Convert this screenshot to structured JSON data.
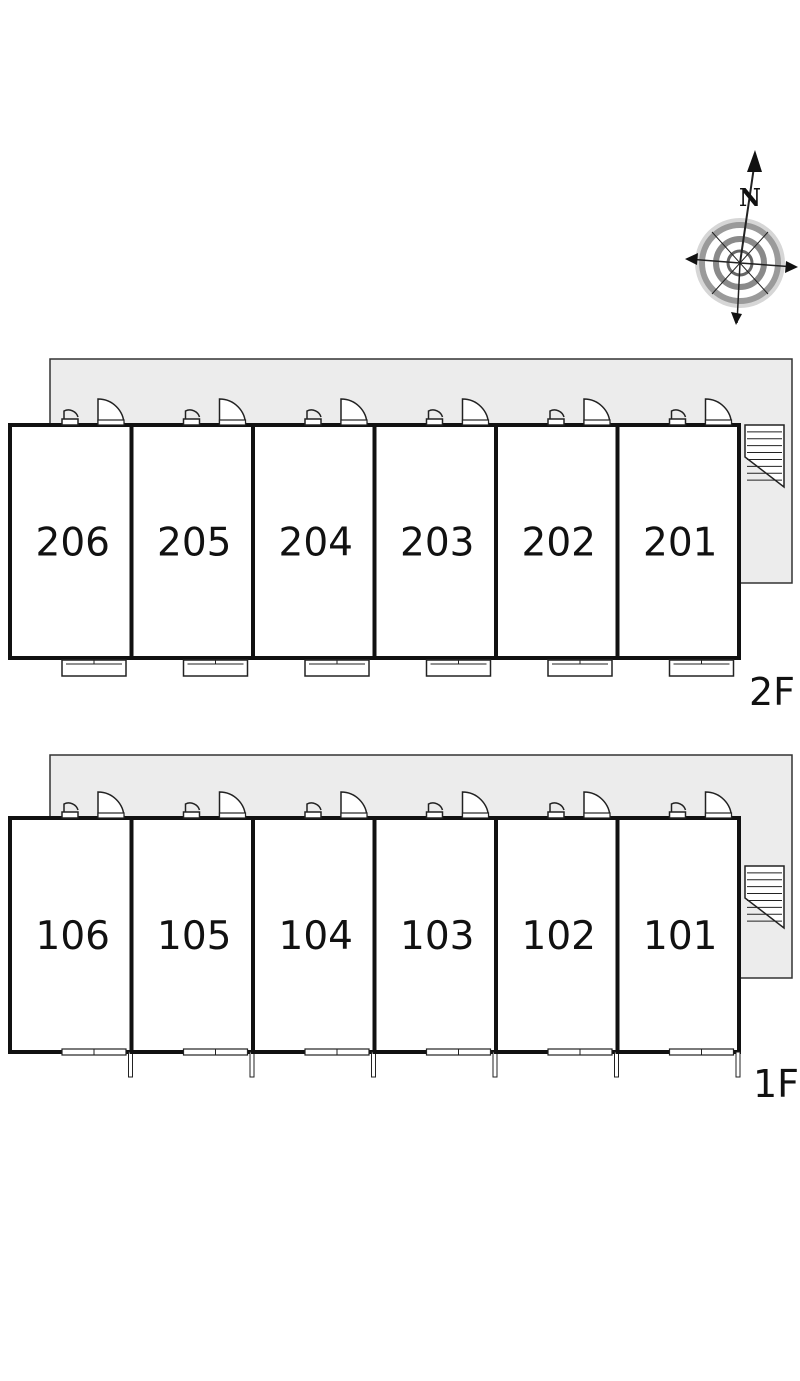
{
  "compass": {
    "label": "N",
    "icon": "compass-rose-icon"
  },
  "floors": [
    {
      "id": "2F",
      "label": "2F",
      "units": [
        "206",
        "205",
        "204",
        "203",
        "202",
        "201"
      ]
    },
    {
      "id": "1F",
      "label": "1F",
      "units": [
        "106",
        "105",
        "104",
        "103",
        "102",
        "101"
      ]
    }
  ],
  "colors": {
    "corridor": "#ececec",
    "wall": "#111111",
    "background": "#ffffff"
  }
}
